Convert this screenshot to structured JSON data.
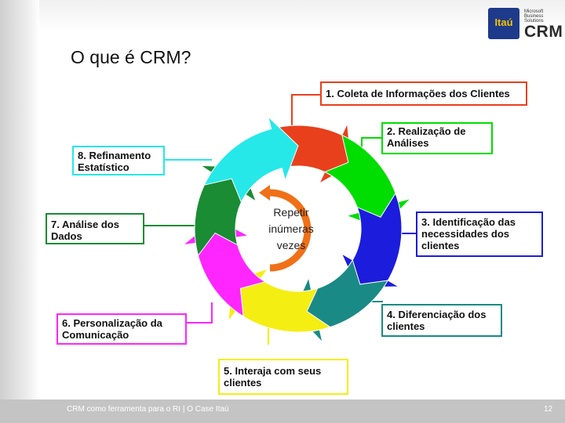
{
  "title": "O que é CRM?",
  "logo": {
    "brand": "Itaú",
    "partner_line1": "Microsoft",
    "partner_line2": "Business",
    "partner_line3": "Solutions",
    "product": "CRM"
  },
  "cycle_center": {
    "line1": "Repetir",
    "line2": "inúmeras",
    "line3": "vezes"
  },
  "steps": [
    {
      "label": "1. Coleta de Informações dos Clientes",
      "color": "#e8401c"
    },
    {
      "label": "2. Realização de Análises",
      "color": "#00dd00"
    },
    {
      "label": "3. Identificação das necessidades dos clientes",
      "color": "#1c1cdc"
    },
    {
      "label": "4. Diferenciação dos clientes",
      "color": "#1a8a86"
    },
    {
      "label": "5. Interaja com seus clientes",
      "color": "#f5ee13"
    },
    {
      "label": "6. Personalização da Comunicação",
      "color": "#ff26ff"
    },
    {
      "label": "7. Análise dos Dados",
      "color": "#1a8c34"
    },
    {
      "label": "8. Refinamento Estatístico",
      "color": "#27e8e8"
    }
  ],
  "center_arrow_color": "#f07018",
  "footer": {
    "text": "CRM como ferramenta para o RI | O Case Itaú",
    "page_number": "12"
  }
}
